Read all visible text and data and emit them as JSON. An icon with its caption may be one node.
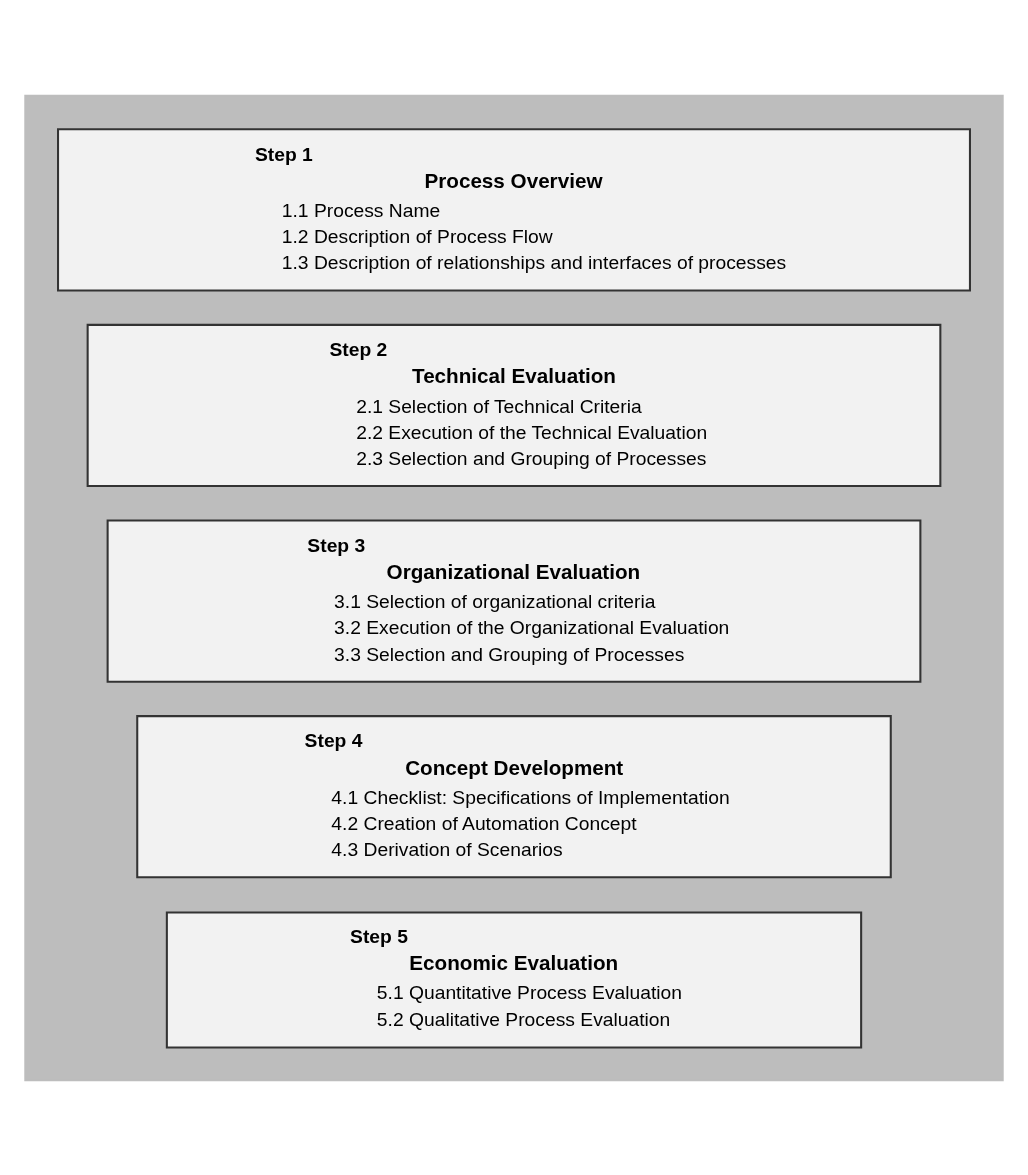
{
  "diagram": {
    "nodes": [
      {
        "text": [],
        "shape": "funnel"
      },
      {
        "text": [
          "Step 1",
          "Process Overview",
          "1.1 Process Name",
          "1.2 Description of Process Flow",
          "1.3 Description of relationships and interfaces of processes"
        ],
        "in": 0
      },
      {
        "text": [
          "Step 2",
          "Technical Evaluation",
          "2.1 Selection of Technical Criteria",
          "2.2 Execution of the Technical Evaluation",
          "2.3 Selection and Grouping of Processes"
        ],
        "in": 0
      },
      {
        "text": [
          "Step 3",
          "Organizational Evaluation",
          "3.1 Selection of organizational criteria",
          "3.2 Execution of the Organizational Evaluation",
          "3.3 Selection and Grouping of Processes"
        ],
        "in": 0
      },
      {
        "text": [
          "Step 4",
          "Concept Development",
          "4.1 Checklist: Specifications of Implementation",
          "4.2 Creation of Automation Concept",
          "4.3 Derivation of Scenarios"
        ],
        "in": 0
      },
      {
        "text": [
          "Step 5",
          "Economic Evaluation",
          "5.1 Quantitative Process Evaluation",
          "5.2 Qualitative Process Evaluation"
        ],
        "in": 0
      }
    ],
    "edges": []
  }
}
